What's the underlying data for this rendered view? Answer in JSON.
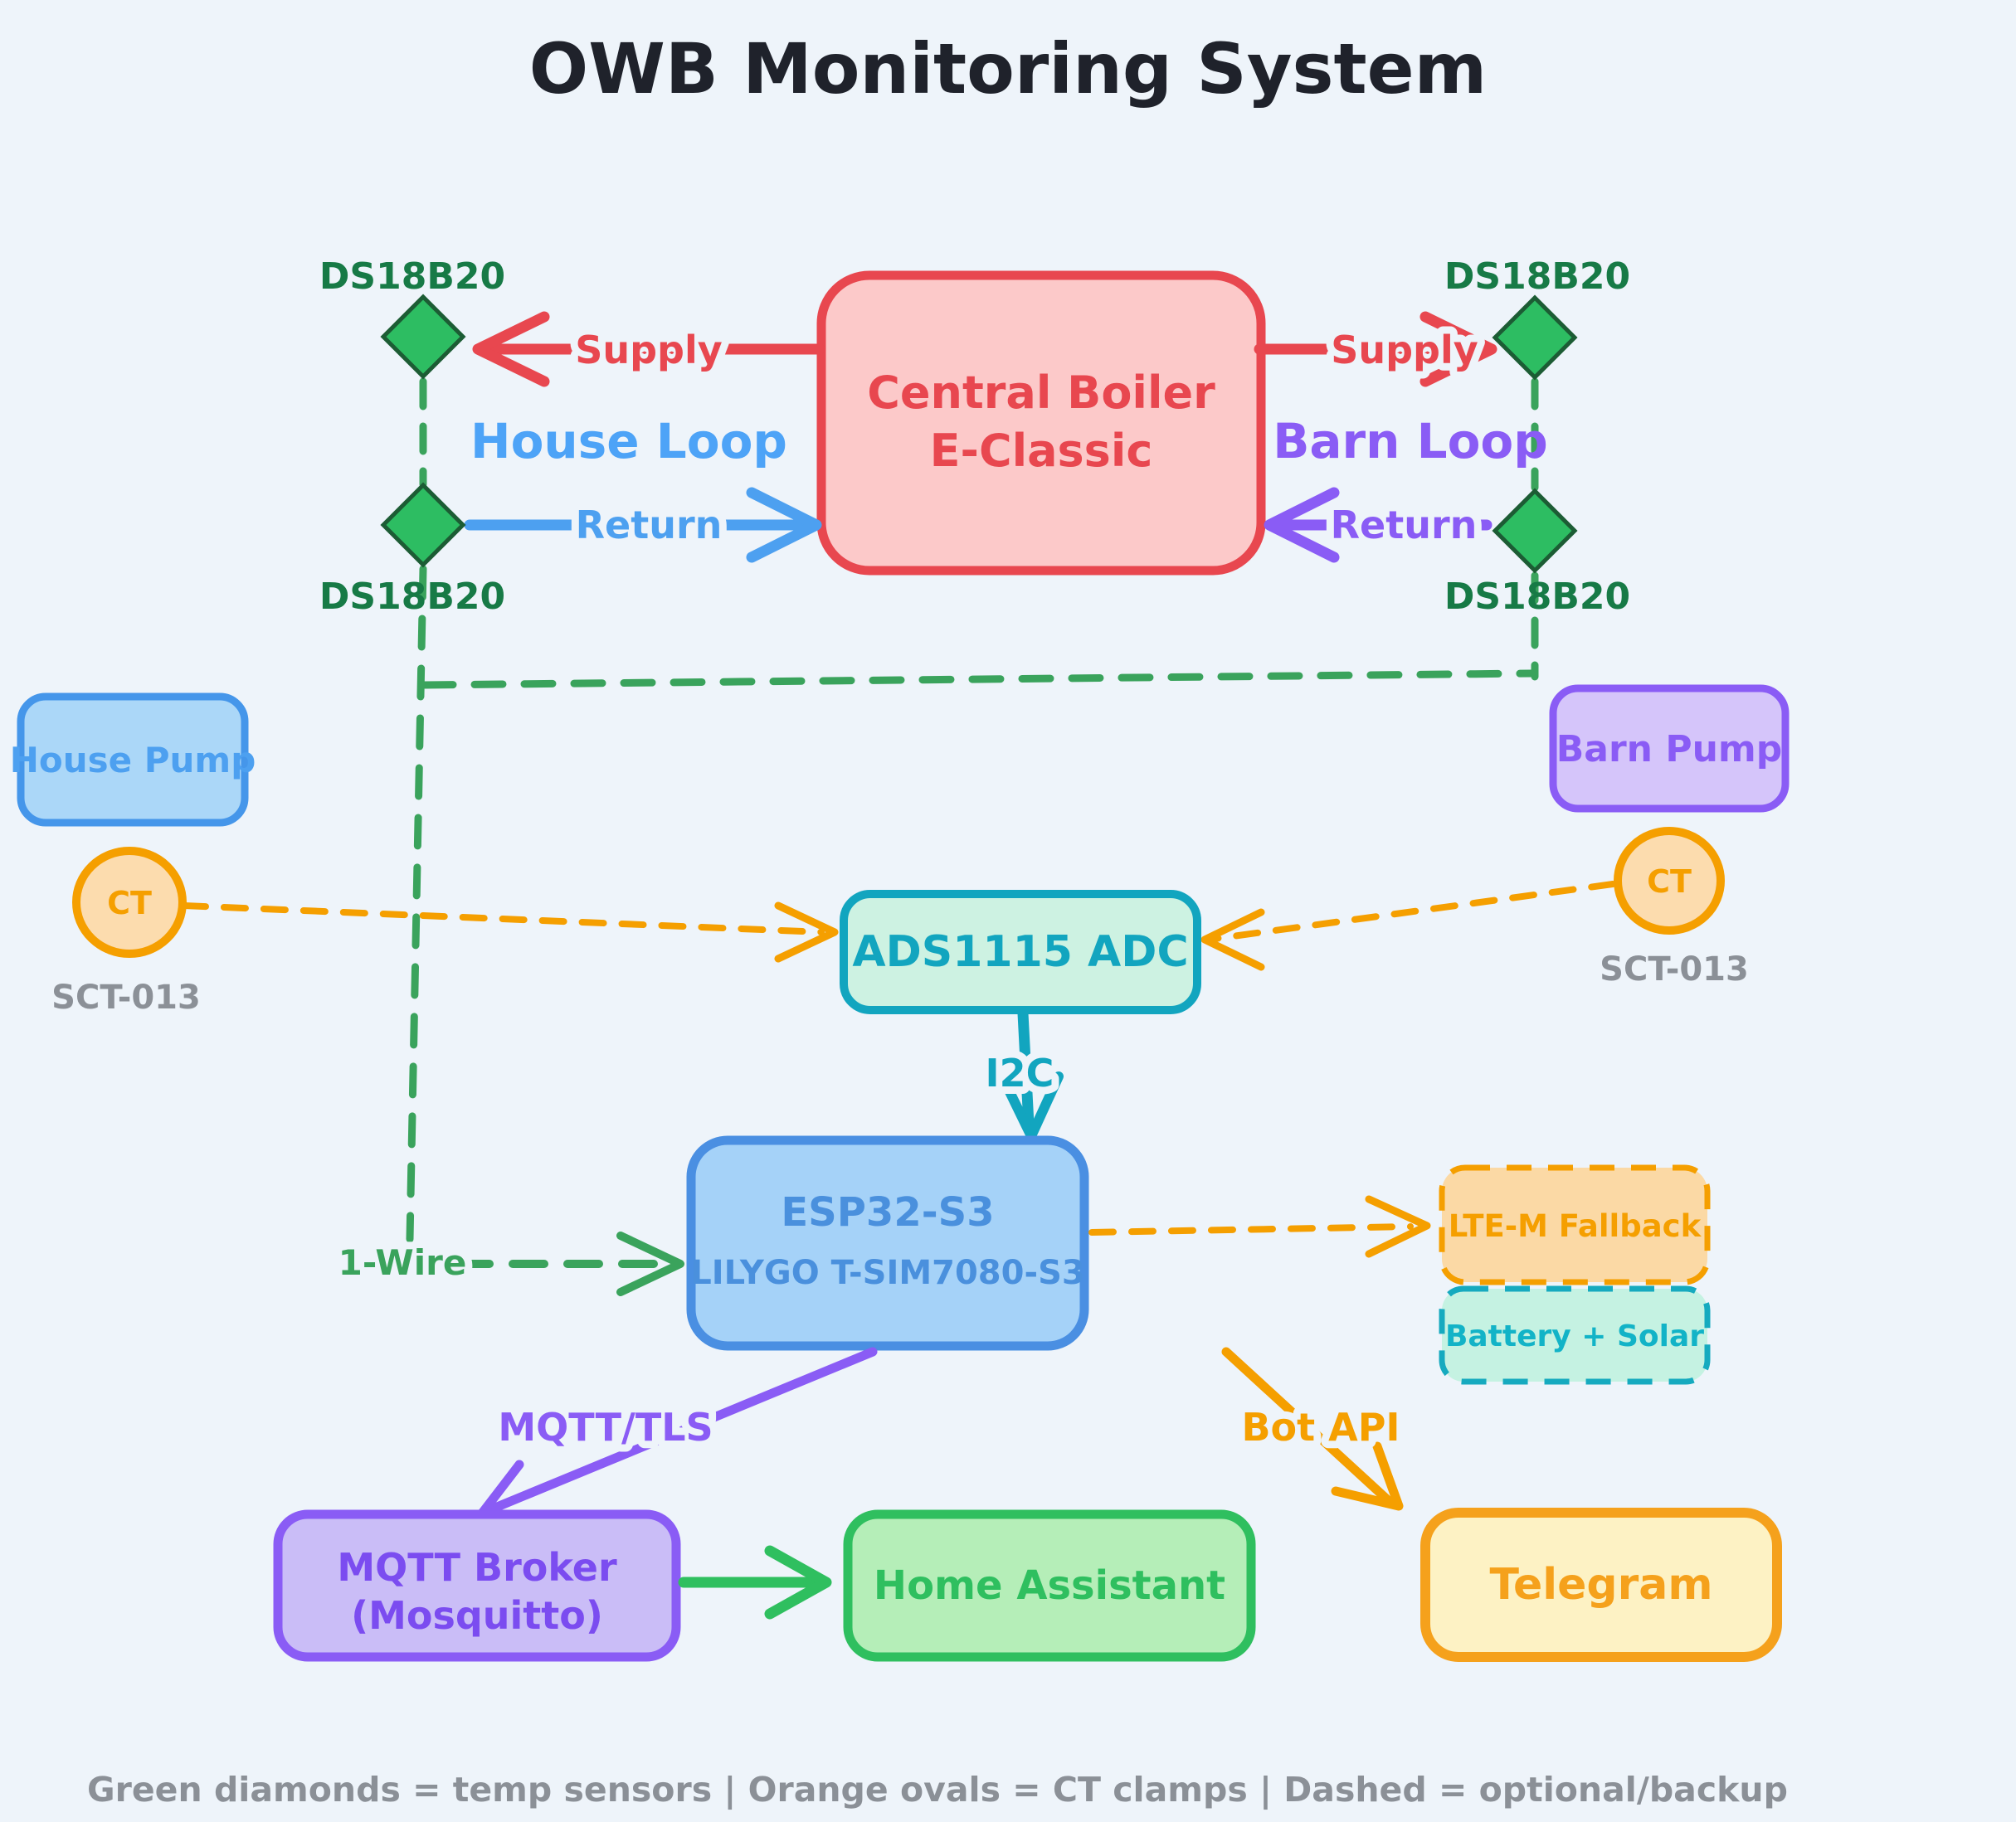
{
  "title": "OWB Monitoring System",
  "footer_legend": "Green diamonds = temp sensors  |  Orange ovals = CT clamps  |  Dashed = optional/backup",
  "nodes": {
    "boiler_line1": "Central Boiler",
    "boiler_line2": "E-Classic",
    "house_pump": "House Pump",
    "barn_pump": "Barn Pump",
    "adc": "ADS1115 ADC",
    "esp32_line1": "ESP32-S3",
    "esp32_line2": "LILYGO T-SIM7080-S3",
    "lte_fallback": "LTE-M Fallback",
    "battery_solar": "Battery + Solar",
    "mqtt_line1": "MQTT Broker",
    "mqtt_line2": "(Mosquitto)",
    "home_assistant": "Home Assistant",
    "telegram": "Telegram"
  },
  "sensors": {
    "ds18b20_house_supply": "DS18B20",
    "ds18b20_house_return": "DS18B20",
    "ds18b20_barn_supply": "DS18B20",
    "ds18b20_barn_return": "DS18B20",
    "ct_house": "CT",
    "ct_barn": "CT",
    "sct_house": "SCT-013",
    "sct_barn": "SCT-013"
  },
  "edges": {
    "supply_house": "Supply",
    "supply_barn": "Supply",
    "return_house": "Return",
    "return_barn": "Return",
    "house_loop": "House Loop",
    "barn_loop": "Barn Loop",
    "i2c": "I2C",
    "one_wire": "1-Wire",
    "mqtt_tls": "MQTT/TLS",
    "bot_api": "Bot API"
  },
  "colors": {
    "background": "#eef4fa",
    "red": "#e8474f",
    "red_fill": "#fcc9c9",
    "blue": "#4da0f0",
    "blue_fill": "#a5d2f8",
    "green_node": "#2fbf5f",
    "green_fill": "#b5eeb8",
    "diamond_green": "#2dbd62",
    "dark_green": "#177a46",
    "dash_green": "#3aa35c",
    "purple": "#8a5cf5",
    "purple_fill": "#d5c5fa",
    "teal": "#12a5bf",
    "teal_fill": "#cdf2e2",
    "orange": "#f59f00",
    "orange_fill": "#fbd9a5",
    "yellow_fill": "#fdf2c4",
    "gray": "#8b9097"
  }
}
